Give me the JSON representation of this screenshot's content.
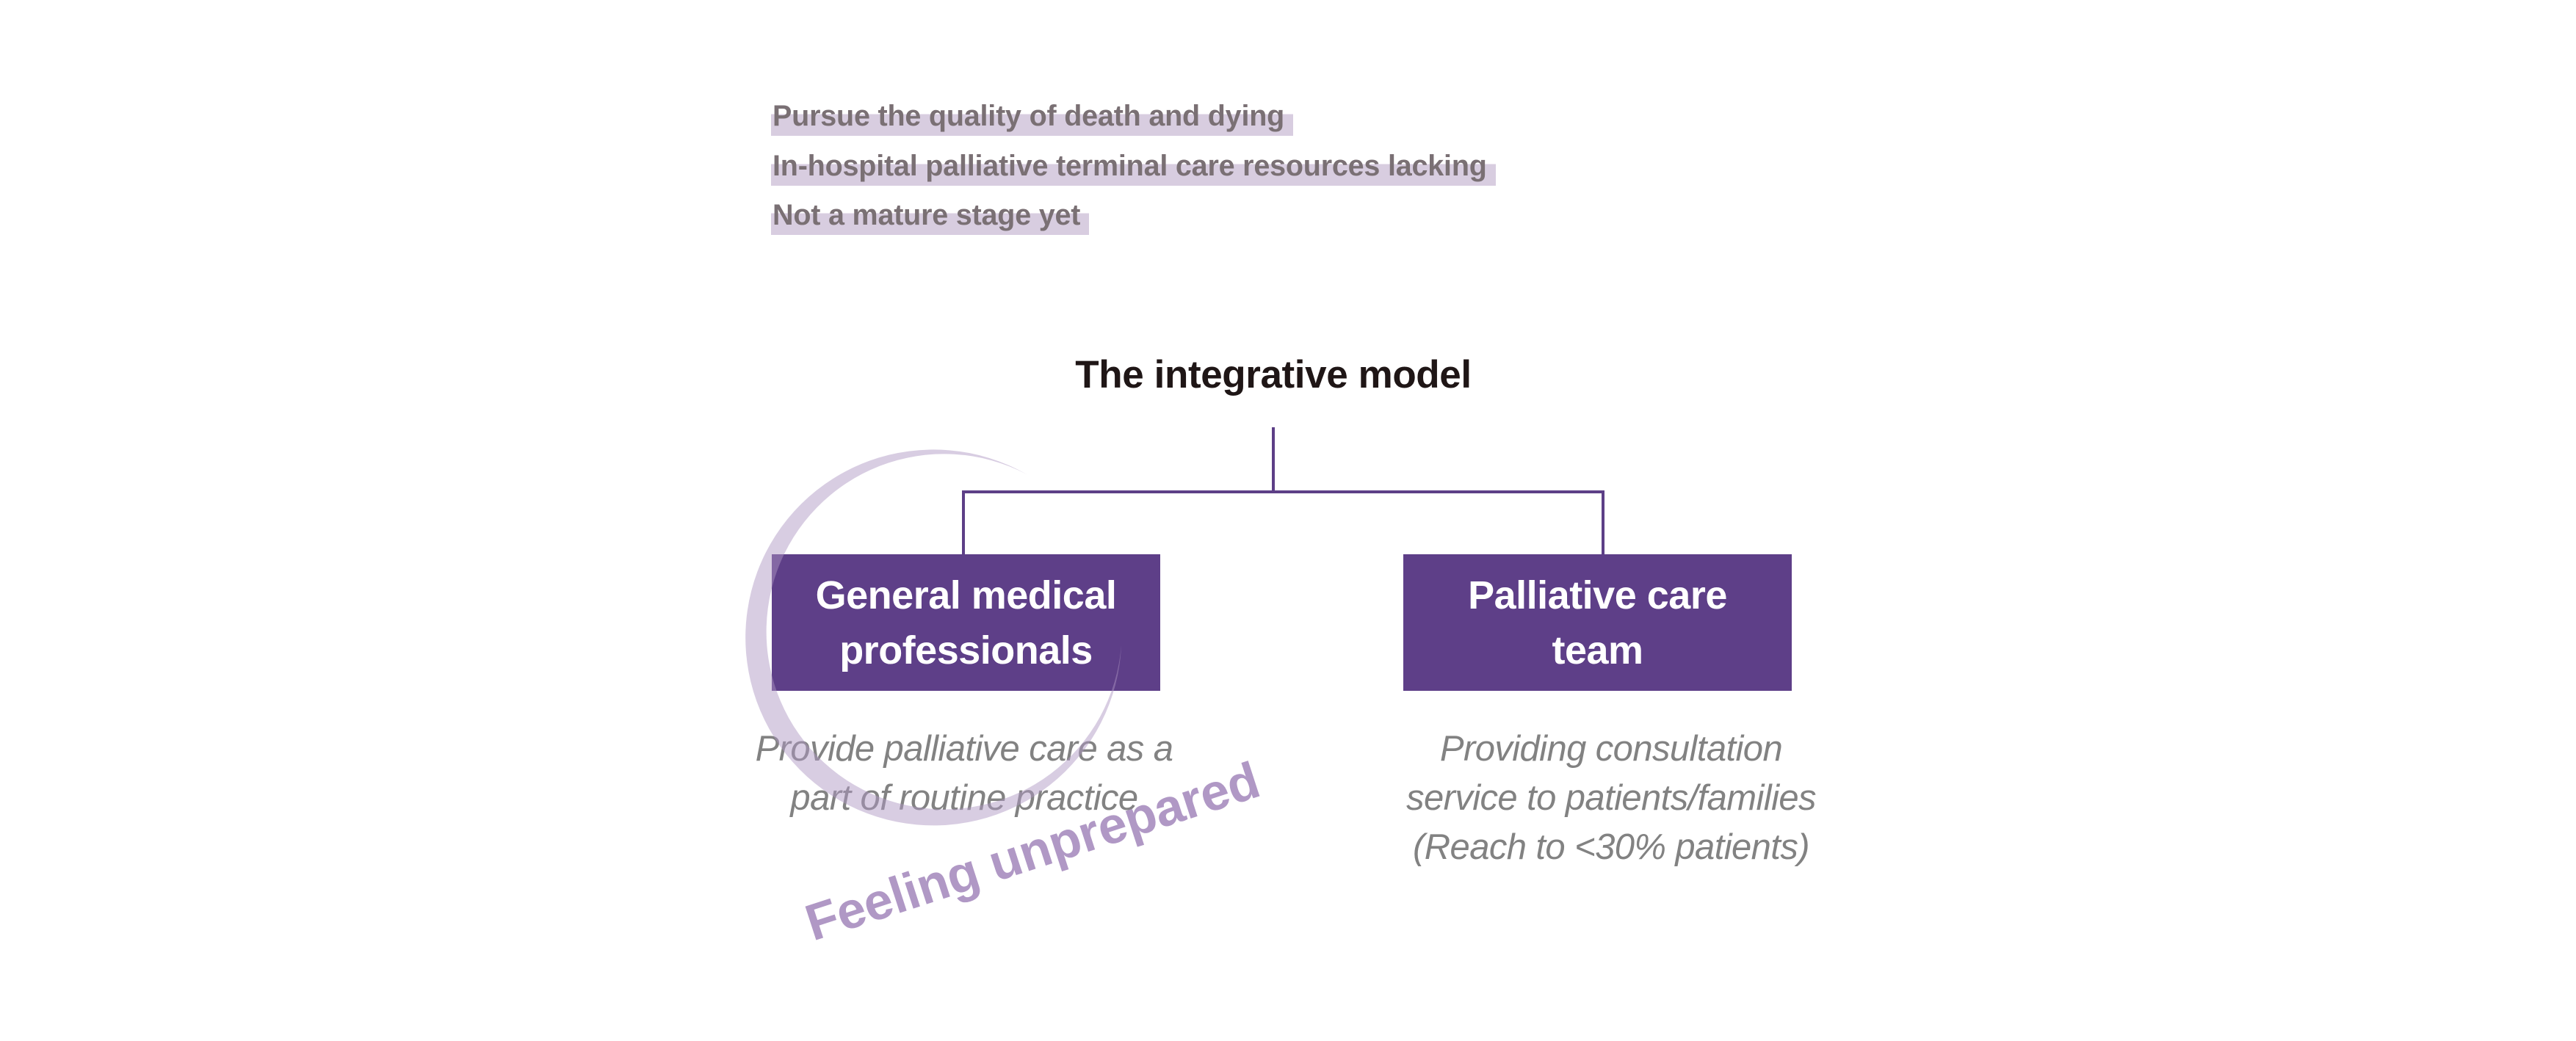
{
  "notes": [
    "Pursue the quality of death and dying",
    "In-hospital palliative terminal care resources lacking",
    "Not a mature stage yet"
  ],
  "diagram": {
    "title": "The integrative model",
    "nodes": [
      {
        "label_lines": [
          "General medical",
          "professionals"
        ],
        "description_lines": [
          "Provide palliative care as a",
          "part of routine practice"
        ]
      },
      {
        "label_lines": [
          "Palliative care",
          "team"
        ],
        "description_lines": [
          "Providing consultation",
          "service to patients/families",
          "(Reach to <30% patients)"
        ]
      }
    ],
    "annotation": "Feeling unprepared"
  },
  "colors": {
    "node_fill": "#5e3f88",
    "connector": "#5d3f87",
    "highlight": "#d8cde0",
    "note_text": "#7a7074",
    "title_text": "#1f1616",
    "description_text": "#828282",
    "annotation_text": "#b098c5",
    "arc": "#ae97c3"
  }
}
